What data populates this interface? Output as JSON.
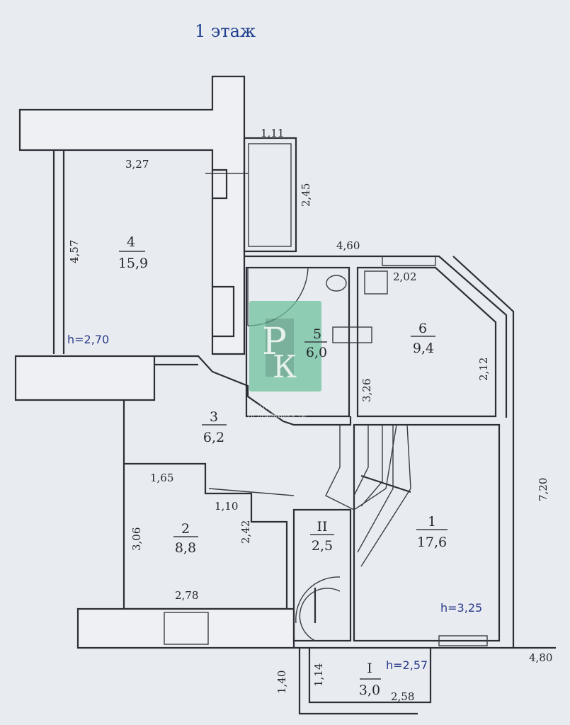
{
  "title": "1 этаж",
  "rooms": [
    {
      "number": "4",
      "area": "15,9"
    },
    {
      "number": "5",
      "area": "6,0"
    },
    {
      "number": "6",
      "area": "9,4"
    },
    {
      "number": "3",
      "area": "6,2"
    },
    {
      "number": "2",
      "area": "8,8"
    },
    {
      "number": "1",
      "area": "17,6"
    },
    {
      "number": "II",
      "area": "2,5"
    },
    {
      "number": "I",
      "area": "3,0"
    }
  ],
  "heights": {
    "room4": "h=2,70",
    "room1": "h=3,25",
    "roomI": "h=2,57"
  },
  "dimensions": {
    "d111": "1,11",
    "d327": "3,27",
    "d245": "2,45",
    "d457": "4,57",
    "d460": "4,60",
    "d202": "2,02",
    "d212": "2,12",
    "d326": "3,26",
    "d720": "7,20",
    "d165": "1,65",
    "d110": "1,10",
    "d306": "3,06",
    "d242": "2,42",
    "d278": "2,78",
    "d480": "4,80",
    "d140": "1,40",
    "d114": "1,14",
    "d258": "2,58"
  },
  "watermark": {
    "letters": "РК",
    "line1": "ЦЕНТР",
    "line2": "НЕДВИЖИМОСТИ",
    "color": "#6cc29c"
  }
}
